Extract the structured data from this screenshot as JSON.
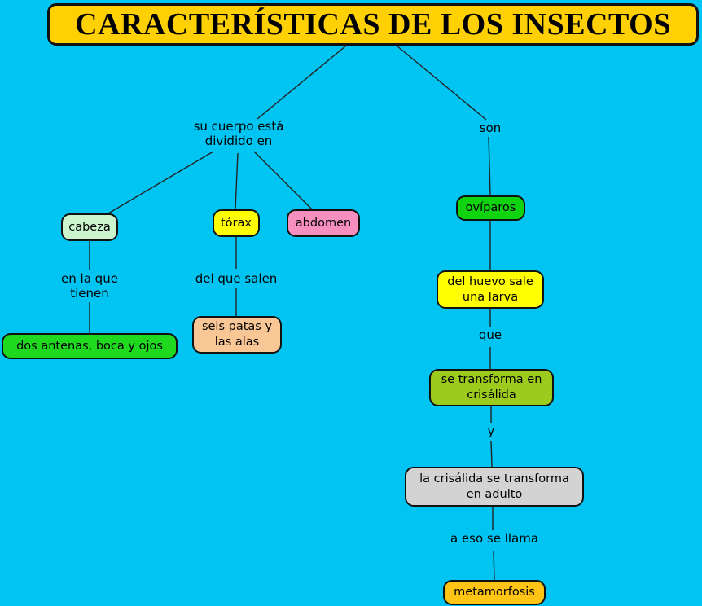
{
  "background": "#00C4F2",
  "colors": {
    "border": "#111111",
    "line": "#222222",
    "text": "#000000"
  },
  "title": {
    "text": "CARACTERÍSTICAS DE LOS INSECTOS",
    "bg": "#FFD104"
  },
  "linking_phrases": {
    "divided": "su cuerpo está dividido en",
    "son": "son",
    "en_la_que_tienen": "en la que tienen",
    "del_que_salen": "del que salen",
    "que": "que",
    "y": "y",
    "a_eso_se_llama": "a eso se llama"
  },
  "concepts": {
    "cabeza": {
      "text": "cabeza",
      "bg": "#CDF5CD"
    },
    "torax": {
      "text": "tórax",
      "bg": "#FFFF00"
    },
    "abdomen": {
      "text": "abdomen",
      "bg": "#F78FBE"
    },
    "antenas": {
      "text": "dos antenas, boca y ojos",
      "bg": "#1FD91F"
    },
    "patas": {
      "text": "seis patas y las alas",
      "bg": "#F9C795"
    },
    "oviparos": {
      "text": "ovíparos",
      "bg": "#10D410"
    },
    "larva": {
      "text": "del huevo sale una larva",
      "bg": "#FFFF00"
    },
    "crisalida": {
      "text": "se transforma en crisálida",
      "bg": "#9CCB1D"
    },
    "adulto": {
      "text": "la crisálida se transforma en adulto",
      "bg": "#D3D3D3"
    },
    "metamorfosis": {
      "text": "metamorfosis",
      "bg": "#FFC414"
    }
  }
}
